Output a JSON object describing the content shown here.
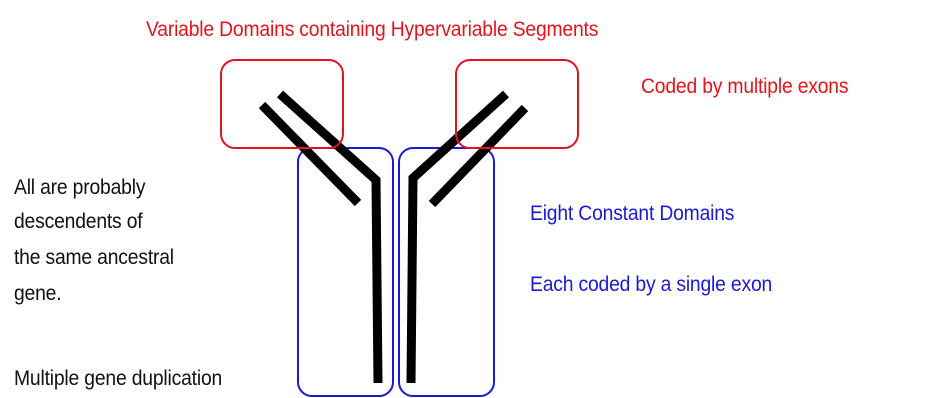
{
  "diagram": {
    "title": "Variable Domains containing Hypervariable Segments",
    "variable_note": "Coded by multiple exons",
    "constant_title": "Eight Constant Domains",
    "constant_note": "Each coded by a single exon",
    "side_note_lines": [
      "All are probably",
      "descendents of",
      "the same ancestral",
      "gene.",
      "Multiple gene duplication"
    ],
    "colors": {
      "variable": "#e5141a",
      "constant": "#1a1ad6",
      "chain": "#000000",
      "text": "#111111"
    }
  }
}
